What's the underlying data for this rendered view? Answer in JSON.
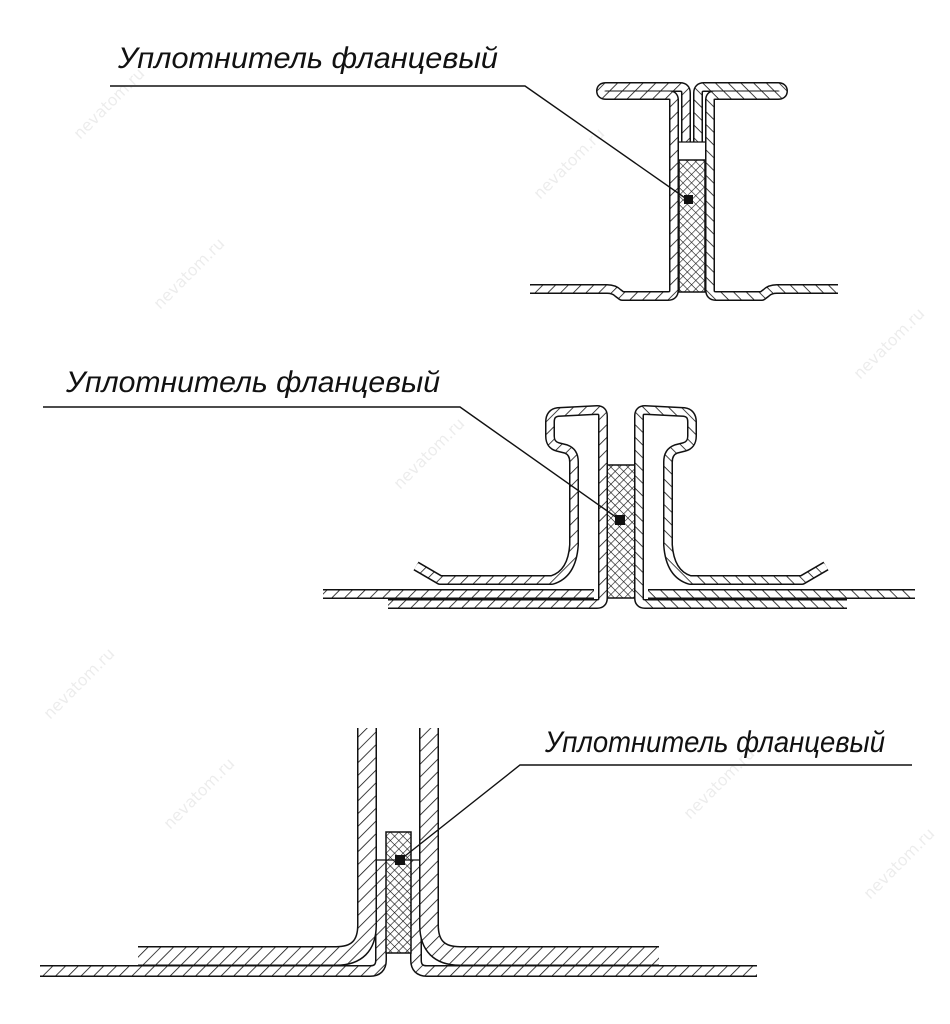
{
  "drawing": {
    "labels": [
      "Уплотнитель фланцевый",
      "Уплотнитель фланцевый",
      "Уплотнитель фланцевый"
    ],
    "watermark": "nevatom.ru",
    "colors": {
      "line": "#111111",
      "background": "#ffffff"
    }
  }
}
